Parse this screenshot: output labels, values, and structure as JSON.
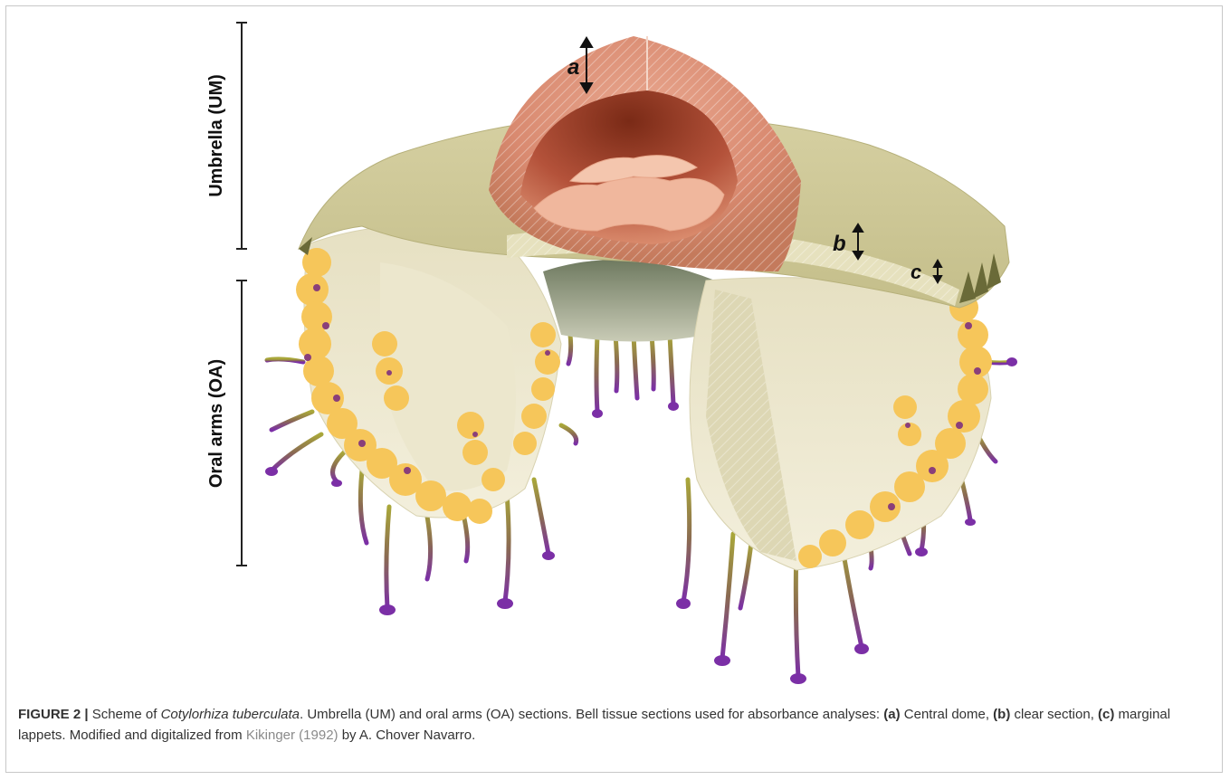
{
  "figure": {
    "section_labels": {
      "umbrella": "Umbrella (UM)",
      "oral_arms": "Oral arms (OA)"
    },
    "section_markers": {
      "a": "a",
      "b": "b",
      "c": "c"
    },
    "colors": {
      "dome": "#d88b72",
      "dome_dark": "#8a3a22",
      "bell": "#cfc99a",
      "bell_light": "#ece7c8",
      "arm": "#efead2",
      "gonad_yellow": "#f6c65a",
      "tentacle_purple": "#7b2fa6",
      "stalk_green": "#a9a73a",
      "inner_grey": "#7f8a6e"
    }
  },
  "caption": {
    "label": "FIGURE 2 |",
    "part1": " Scheme of ",
    "species": "Cotylorhiza tuberculata",
    "part2": ". Umbrella (UM) and oral arms (OA) sections. Bell tissue sections used for absorbance analyses: ",
    "a_tag": "(a)",
    "a_text": " Central dome, ",
    "b_tag": "(b)",
    "b_text": " clear section, ",
    "c_tag": "(c)",
    "c_text": " marginal lappets. Modified and digitalized from ",
    "reference": "Kikinger (1992)",
    "part3": " by A. Chover Navarro."
  }
}
